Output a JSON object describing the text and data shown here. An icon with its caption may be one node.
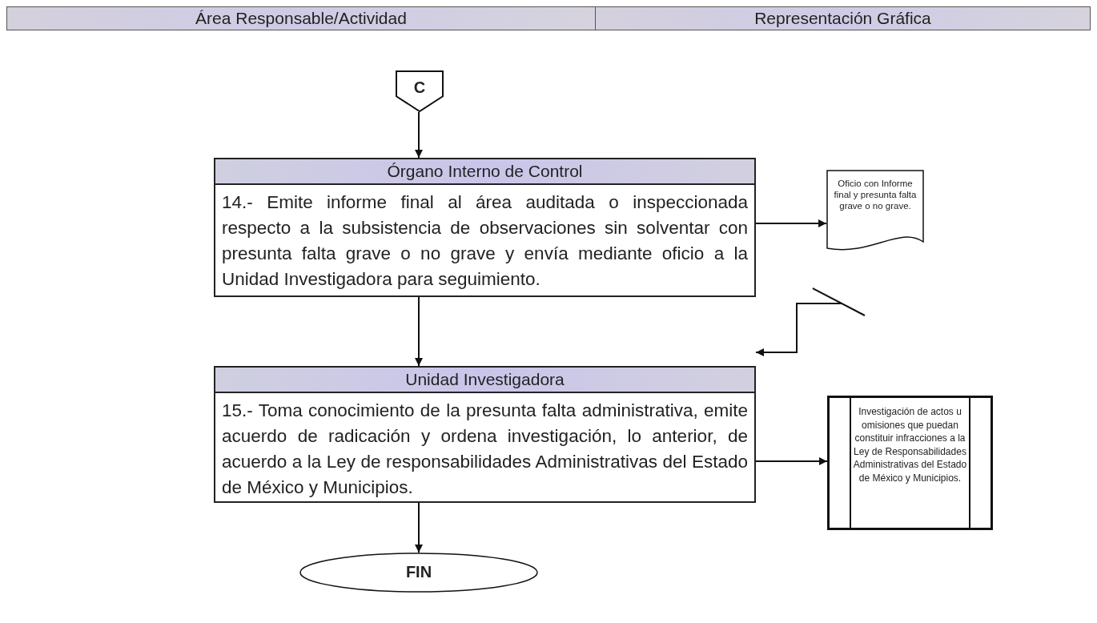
{
  "diagram": {
    "nodes": [
      {
        "text": [
          "Área Responsable/Actividad"
        ]
      },
      {
        "text": [
          "Representación Gráfica"
        ]
      },
      {
        "text": [
          "C"
        ]
      },
      {
        "text": [
          "Órgano Interno de Control",
          "14.- Emite informe final al área auditada o inspeccionada respecto a la subsistencia de observaciones sin solventar con presunta falta grave o no grave y envía mediante oficio a la Unidad Investigadora para seguimiento."
        ]
      },
      {
        "text": [
          "Oficio con Informe final y presunta falta grave o no grave."
        ]
      },
      {
        "text": [
          "Unidad Investigadora",
          "15.- Toma conocimiento de la presunta falta administrativa, emite acuerdo de radicación y ordena investigación, lo anterior, de acuerdo a la Ley de responsabilidades Administrativas del Estado de México y Municipios."
        ]
      },
      {
        "text": [
          "Investigación de actos u omisiones que puedan constituir infracciones a la Ley de Responsabilidades Administrativas del Estado de México y Municipios."
        ]
      },
      {
        "text": [
          "FIN"
        ]
      }
    ],
    "edges": [
      {
        "from": 2,
        "to": 3,
        "arrow": "to"
      },
      {
        "from": 3,
        "to": 4,
        "arrow": "to"
      },
      {
        "from": 3,
        "to": 5,
        "arrow": "to"
      },
      {
        "from": null,
        "to": 5,
        "arrow": "to"
      },
      {
        "from": 5,
        "to": 6,
        "arrow": "to"
      },
      {
        "from": 5,
        "to": 7,
        "arrow": "to"
      }
    ]
  }
}
